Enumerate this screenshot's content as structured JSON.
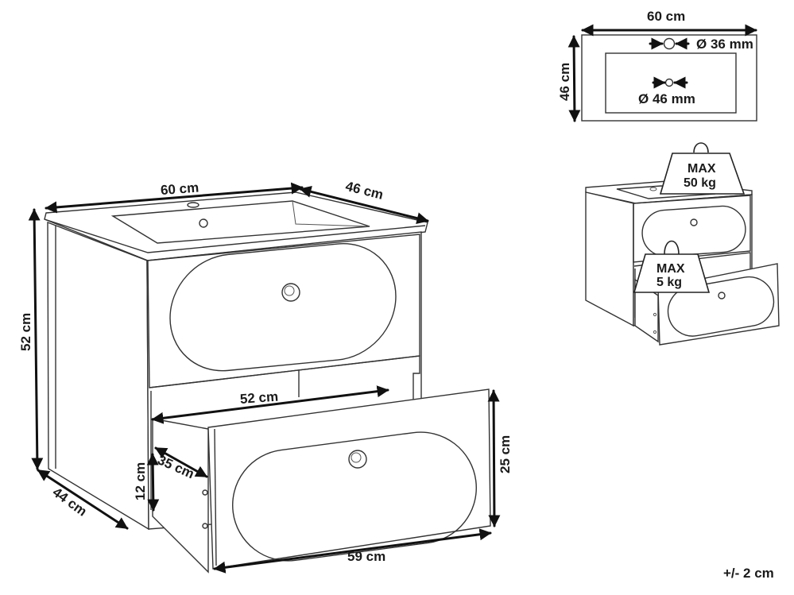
{
  "main_view": {
    "width_top": "60 cm",
    "depth_top": "46 cm",
    "height": "52 cm",
    "depth_bottom": "44 cm",
    "drawer_inner_width": "52 cm",
    "drawer_inner_depth": "35 cm",
    "drawer_inner_height": "12 cm",
    "drawer_front_height": "25 cm",
    "drawer_front_width": "59 cm"
  },
  "top_view": {
    "width": "60 cm",
    "depth": "46 cm",
    "tap_hole": "Ø 36 mm",
    "drain_hole": "Ø 46 mm"
  },
  "load_view": {
    "top_load_line1": "MAX",
    "top_load_line2": "50 kg",
    "drawer_load_line1": "MAX",
    "drawer_load_line2": "5 kg"
  },
  "tolerance": "+/- 2 cm"
}
